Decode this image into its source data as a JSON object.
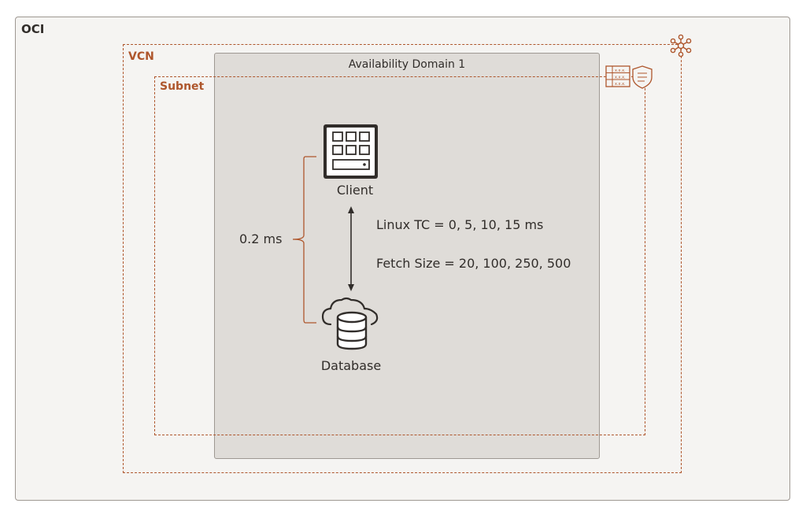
{
  "labels": {
    "oci": "OCI",
    "vcn": "VCN",
    "subnet": "Subnet",
    "availability_domain": "Availability Domain 1"
  },
  "nodes": {
    "client": "Client",
    "database": "Database"
  },
  "annotations": {
    "latency": "0.2 ms",
    "linux_tc": "Linux TC = 0, 5, 10, 15 ms",
    "fetch_size": "Fetch Size = 20, 100, 250, 500"
  },
  "icons": {
    "vcn": "vcn-network-icon",
    "subnet_route_table": "route-table-icon",
    "subnet_security": "security-list-shield-icon",
    "client": "client-compute-icon",
    "database": "database-cloud-icon"
  },
  "colors": {
    "accent": "#ae562c",
    "text": "#312d2a",
    "oci_bg": "#f5f4f2",
    "ad_bg": "#dfdcd8",
    "icon_dark": "#312d2a"
  }
}
